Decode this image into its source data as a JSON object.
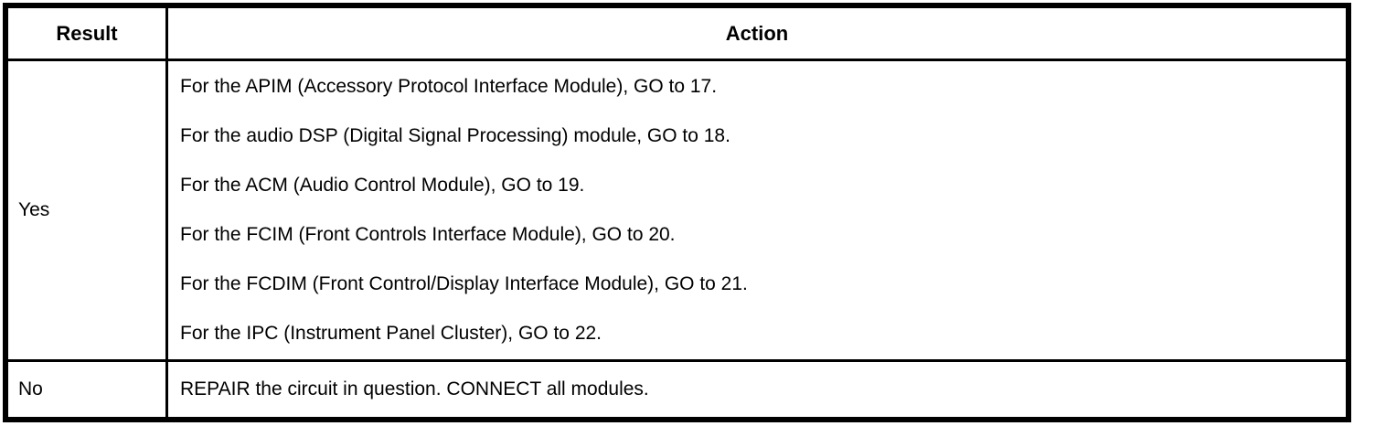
{
  "table": {
    "columns": [
      {
        "label": "Result"
      },
      {
        "label": "Action"
      }
    ],
    "rows": [
      {
        "result": "Yes",
        "actions": [
          "For the APIM (Accessory Protocol Interface Module), GO to 17.",
          "For the audio DSP (Digital Signal Processing) module, GO to 18.",
          "For the ACM (Audio Control Module), GO to 19.",
          "For the FCIM (Front Controls Interface Module), GO to 20.",
          "For the FCDIM (Front Control/Display Interface Module), GO to 21.",
          "For the IPC (Instrument Panel Cluster), GO to 22."
        ]
      },
      {
        "result": "No",
        "actions": [
          "REPAIR the circuit in question. CONNECT all modules."
        ]
      }
    ],
    "colors": {
      "border": "#000000",
      "text": "#000000",
      "background": "#ffffff"
    }
  }
}
